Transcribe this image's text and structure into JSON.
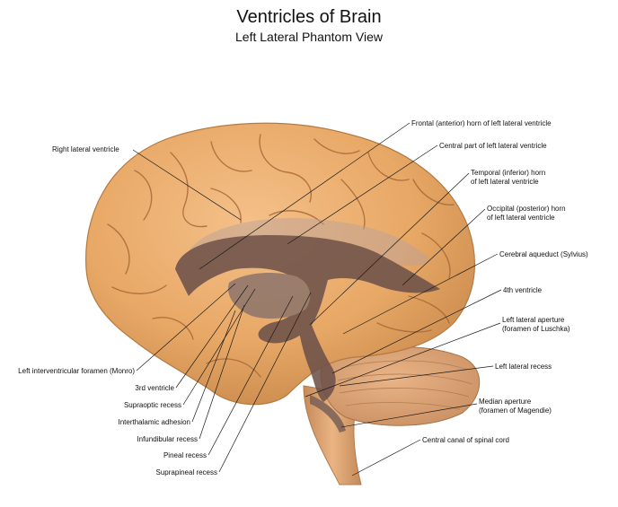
{
  "title": "Ventricles of Brain",
  "subtitle": "Left Lateral Phantom View",
  "labels_right": [
    {
      "id": "frontal-horn",
      "lines": [
        "Frontal (anterior) horn of left lateral ventricle"
      ]
    },
    {
      "id": "central-part",
      "lines": [
        "Central part of left lateral ventricle"
      ]
    },
    {
      "id": "temporal-horn",
      "lines": [
        "Temporal (inferior) horn",
        "of left lateral ventricle"
      ]
    },
    {
      "id": "occipital-horn",
      "lines": [
        "Occipital (posterior) horn",
        "of left lateral ventricle"
      ]
    },
    {
      "id": "cerebral-aqueduct",
      "lines": [
        "Cerebral aqueduct (Sylvius)"
      ]
    },
    {
      "id": "fourth-ventricle",
      "lines": [
        "4th ventricle"
      ]
    },
    {
      "id": "lateral-aperture",
      "lines": [
        "Left lateral aperture",
        "(foramen of Luschka)"
      ]
    },
    {
      "id": "lateral-recess",
      "lines": [
        "Left lateral recess"
      ]
    },
    {
      "id": "median-aperture",
      "lines": [
        "Median aperture",
        "(foramen of Magendie)"
      ]
    },
    {
      "id": "central-canal",
      "lines": [
        "Central canal of spinal cord"
      ]
    }
  ],
  "labels_left": [
    {
      "id": "right-lateral-ventricle",
      "lines": [
        "Right lateral ventricle"
      ]
    },
    {
      "id": "interventricular-foramen",
      "lines": [
        "Left interventricular foramen (Monro)"
      ]
    },
    {
      "id": "third-ventricle",
      "lines": [
        "3rd ventricle"
      ]
    },
    {
      "id": "supraoptic-recess",
      "lines": [
        "Supraoptic recess"
      ]
    },
    {
      "id": "interthalamic-adhesion",
      "lines": [
        "Interthalamic adhesion"
      ]
    },
    {
      "id": "infundibular-recess",
      "lines": [
        "Infundibular recess"
      ]
    },
    {
      "id": "pineal-recess",
      "lines": [
        "Pineal recess"
      ]
    },
    {
      "id": "suprapineal-recess",
      "lines": [
        "Suprapineal recess"
      ]
    }
  ],
  "colors": {
    "brain": "#e8ab6f",
    "brain_shadow": "#c98a4d",
    "sulcus": "#a86a38",
    "cerebellum": "#d9a071",
    "ventricle": "#6b5048",
    "ventricle_light": "#a58c80",
    "leader": "#1a1a1a"
  }
}
